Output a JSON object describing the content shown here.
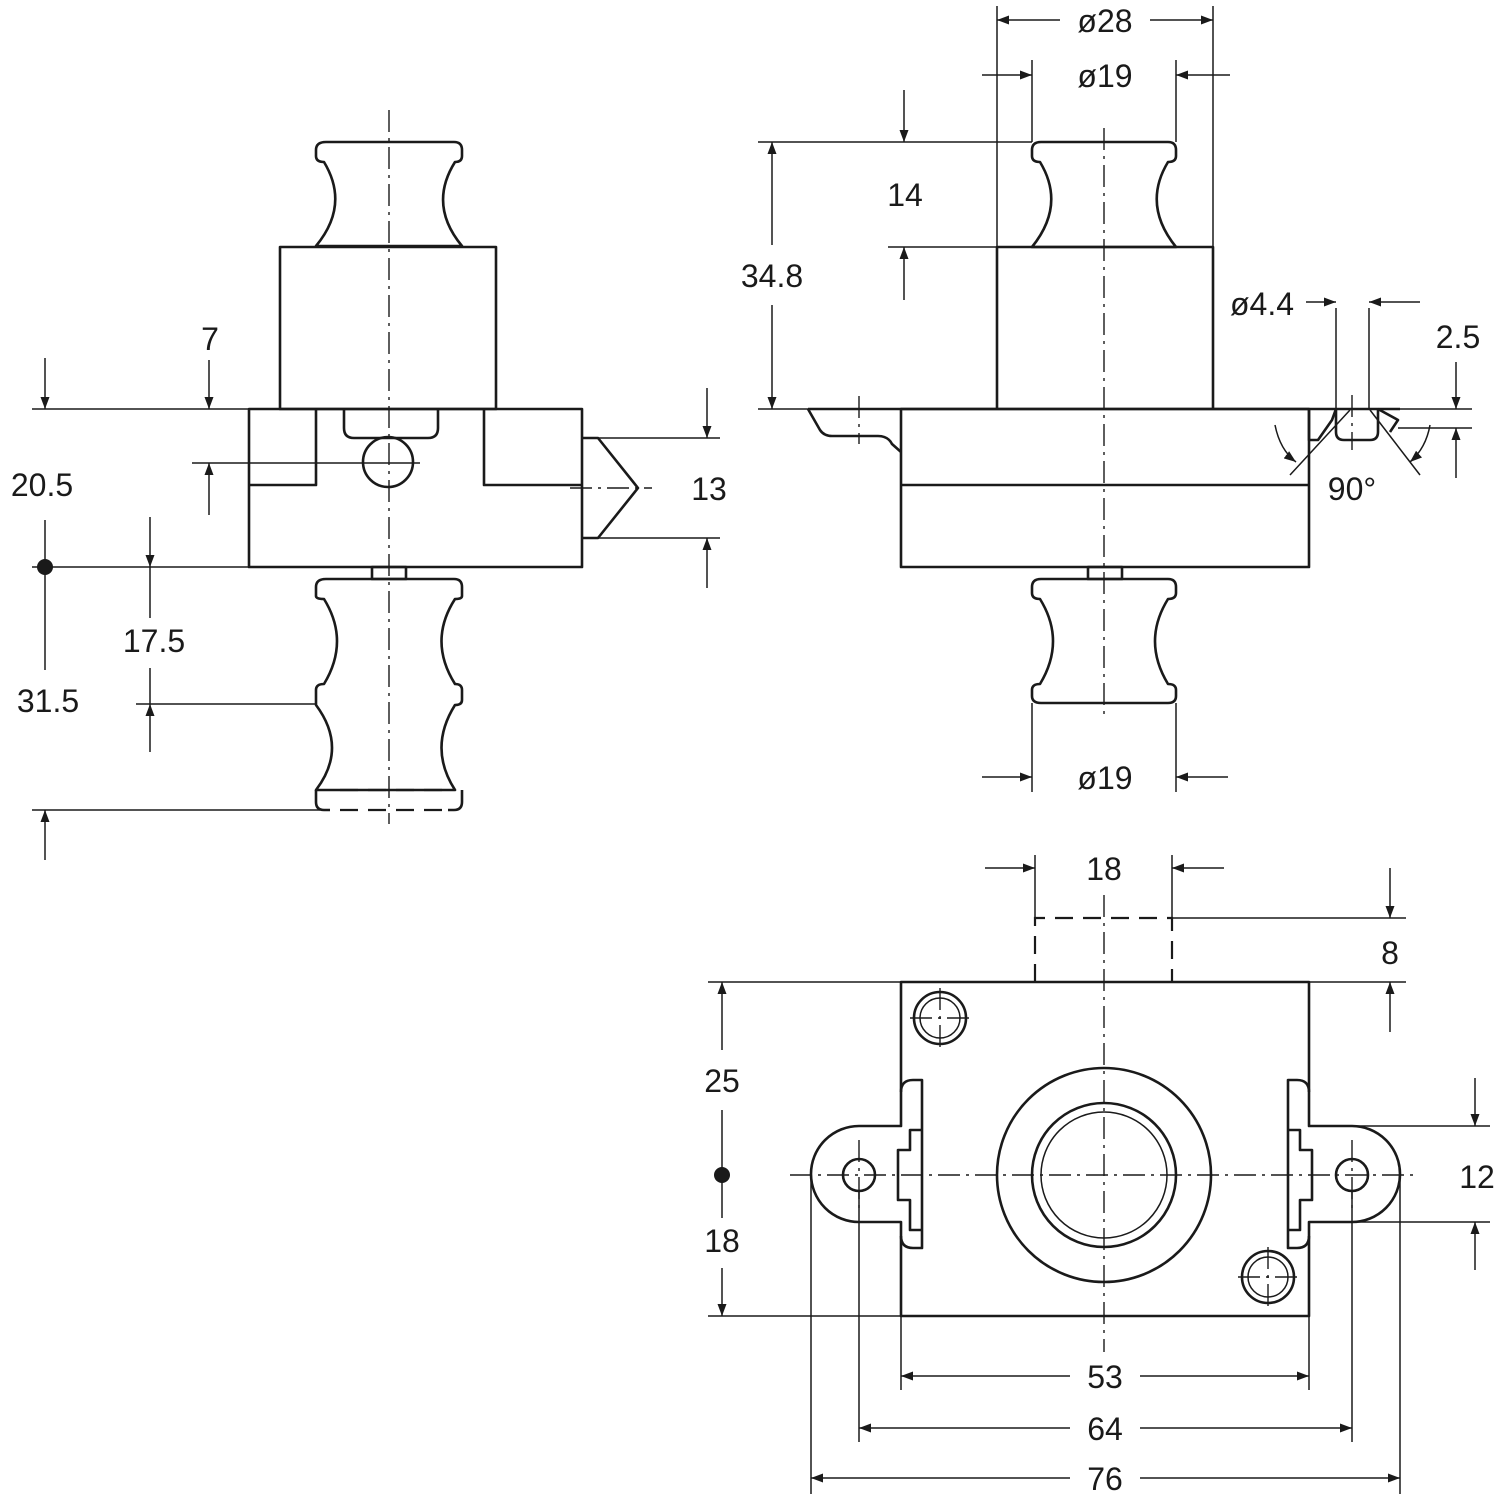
{
  "labels": {
    "d_20_5": "20.5",
    "d_7": "7",
    "d_13": "13",
    "d_17_5": "17.5",
    "d_31_5": "31.5",
    "d_dia28": "ø28",
    "d_dia19_top": "ø19",
    "d_14": "14",
    "d_34_8": "34.8",
    "d_dia4_4": "ø4.4",
    "d_2_5": "2.5",
    "d_90deg": "90°",
    "d_dia19_bottom": "ø19",
    "d_18_top": "18",
    "d_8": "8",
    "d_25": "25",
    "d_18_left": "18",
    "d_12": "12",
    "d_53": "53",
    "d_64": "64",
    "d_76": "76"
  }
}
